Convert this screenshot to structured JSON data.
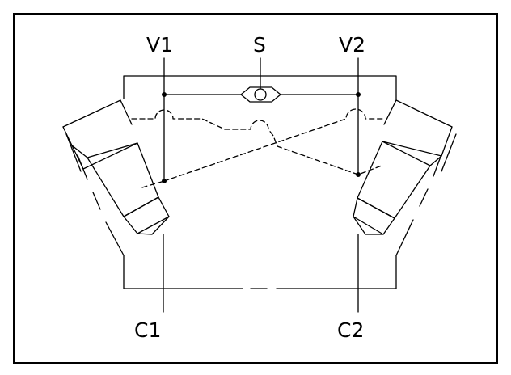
{
  "labels": {
    "v1": "V1",
    "s": "S",
    "v2": "V2",
    "c1": "C1",
    "c2": "C2"
  },
  "colors": {
    "line": "#000000",
    "background": "#ffffff"
  }
}
